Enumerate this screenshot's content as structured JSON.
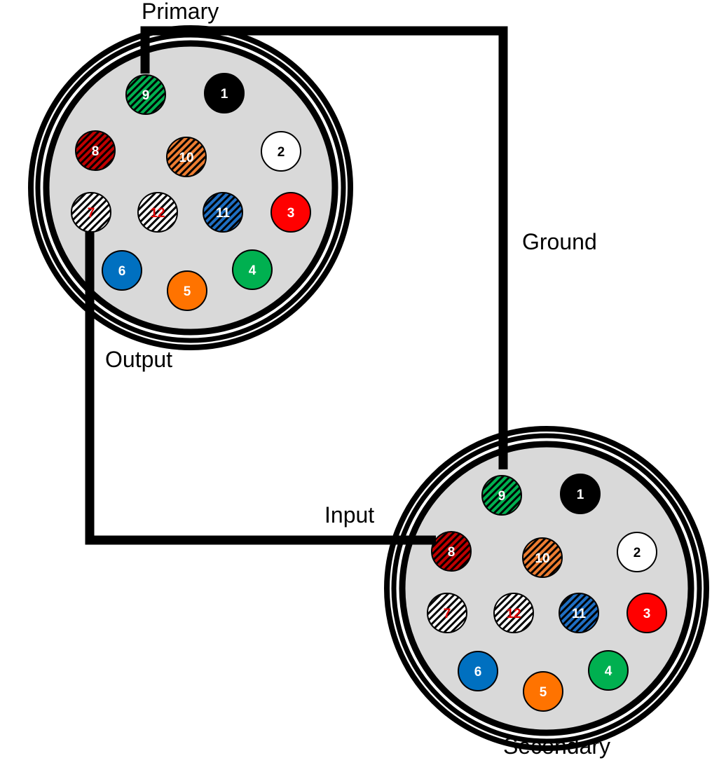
{
  "labels": {
    "primary": "Primary",
    "output": "Output",
    "ground": "Ground",
    "input": "Input",
    "secondary": "Secondary"
  },
  "pins": [
    {
      "num": "1",
      "fill": "#000000",
      "striped": false,
      "text": "#ffffff"
    },
    {
      "num": "2",
      "fill": "#ffffff",
      "striped": false,
      "text": "#000000"
    },
    {
      "num": "3",
      "fill": "#ff0000",
      "striped": false,
      "text": "#ffffff"
    },
    {
      "num": "4",
      "fill": "#00b050",
      "striped": false,
      "text": "#ffffff"
    },
    {
      "num": "5",
      "fill": "#ff7300",
      "striped": false,
      "text": "#ffffff"
    },
    {
      "num": "6",
      "fill": "#0070c0",
      "striped": false,
      "text": "#ffffff"
    },
    {
      "num": "7",
      "fill": "#ffffff",
      "striped": true,
      "text": "#e00000"
    },
    {
      "num": "8",
      "fill": "#c00000",
      "striped": true,
      "text": "#ffffff"
    },
    {
      "num": "9",
      "fill": "#00b050",
      "striped": true,
      "text": "#ffffff"
    },
    {
      "num": "10",
      "fill": "#ed7d31",
      "striped": true,
      "text": "#ffffff"
    },
    {
      "num": "11",
      "fill": "#1f6fc4",
      "striped": true,
      "text": "#ffffff"
    },
    {
      "num": "12",
      "fill": "#ffffff",
      "striped": true,
      "text": "#e00000"
    }
  ],
  "wire_color": "#000000",
  "connector_face_color": "#d9d9d9"
}
